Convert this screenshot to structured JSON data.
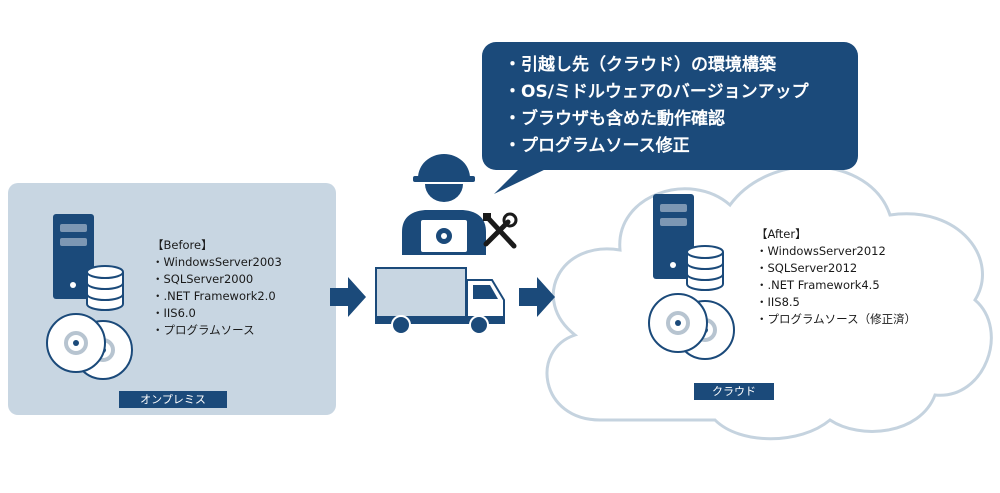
{
  "before": {
    "title": "【Before】",
    "items": [
      "・WindowsServer2003",
      "・SQLServer2000",
      "・.NET Framework2.0",
      "・IIS6.0",
      "・プログラムソース"
    ],
    "tag": "オンプレミス"
  },
  "after": {
    "title": "【After】",
    "items": [
      "・WindowsServer2012",
      "・SQLServer2012",
      "・.NET Framework4.5",
      "・IIS8.5",
      "・プログラムソース（修正済）"
    ],
    "tag": "クラウド"
  },
  "tasks": [
    "・引越し先（クラウド）の環境構築",
    "・OS/ミドルウェアのバージョンアップ",
    "・ブラウザも含めた動作確認",
    "・プログラムソース修正"
  ],
  "colors": {
    "navy": "#1b4a7a",
    "panel": "#c8d6e2",
    "cloud_outline": "#c5d3df"
  },
  "icons": [
    "server-icon",
    "database-icon",
    "disc-icon",
    "worker-icon",
    "tools-icon",
    "truck-icon",
    "arrow-icon"
  ]
}
